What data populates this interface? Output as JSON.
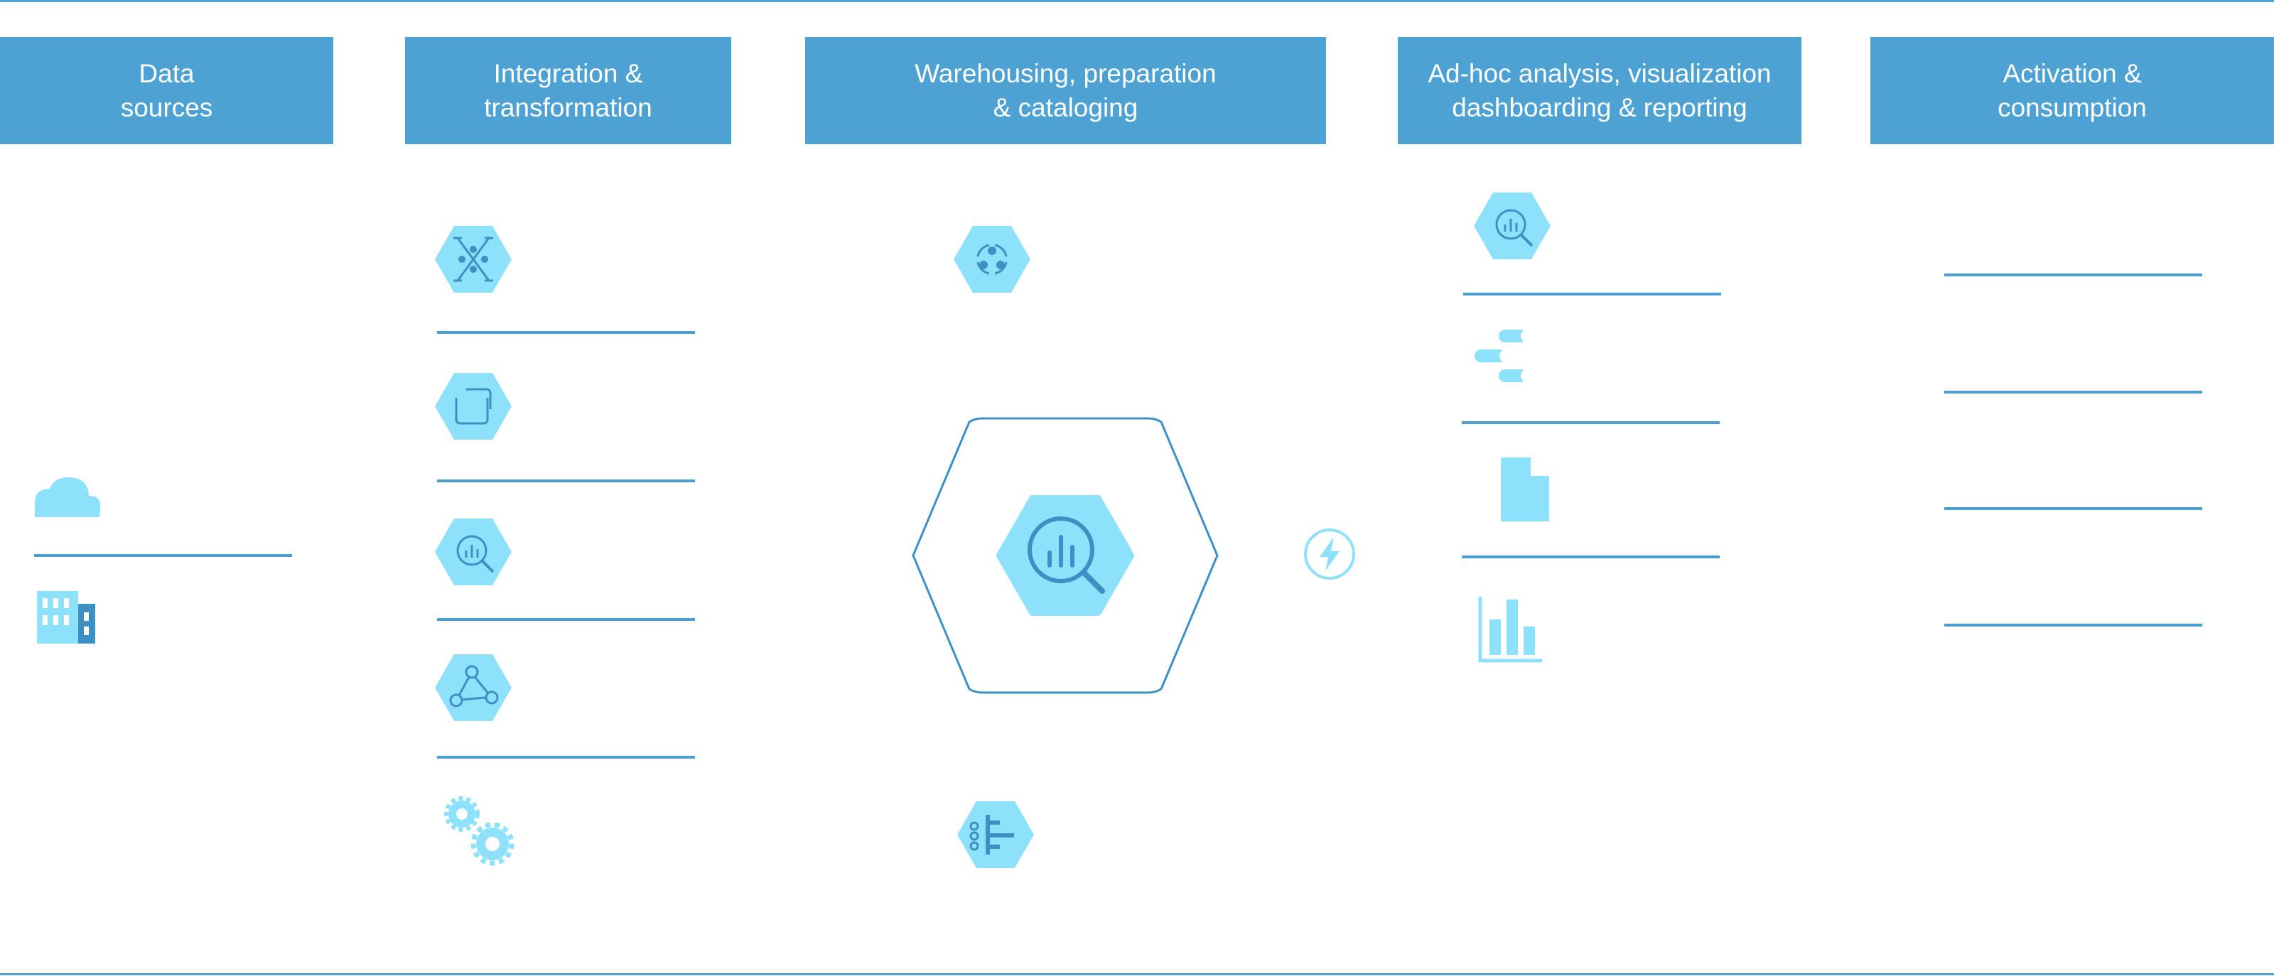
{
  "colors": {
    "header_bg": "#4da2d3",
    "header_text": "#ffffff",
    "line": "#4a9fd0",
    "icon_fill": "#8ee1fb",
    "icon_glyph": "#3d8fc4"
  },
  "columns": [
    {
      "id": "data-sources",
      "line1": "Data",
      "line2": "sources"
    },
    {
      "id": "integration",
      "line1": "Integration &",
      "line2": "transformation"
    },
    {
      "id": "warehousing",
      "line1": "Warehousing, preparation",
      "line2": "& cataloging"
    },
    {
      "id": "analysis",
      "line1": "Ad-hoc analysis, visualization",
      "line2": "dashboarding & reporting"
    },
    {
      "id": "activation",
      "line1": "Activation &",
      "line2": "consumption"
    }
  ],
  "icons": {
    "data_sources": [
      "cloud-icon",
      "building-icon"
    ],
    "integration": [
      "dataflow-hexagon-icon",
      "dataproc-hexagon-icon",
      "bigquery-hexagon-icon",
      "composer-hexagon-icon",
      "gears-icon"
    ],
    "warehousing": [
      "dataprep-hexagon-icon",
      "bigquery-large-hexagon-icon",
      "data-catalog-hexagon-icon"
    ],
    "connector": [
      "lightning-icon"
    ],
    "analysis": [
      "bigquery-hexagon-icon",
      "data-studio-icon",
      "document-icon",
      "bar-chart-icon"
    ]
  }
}
